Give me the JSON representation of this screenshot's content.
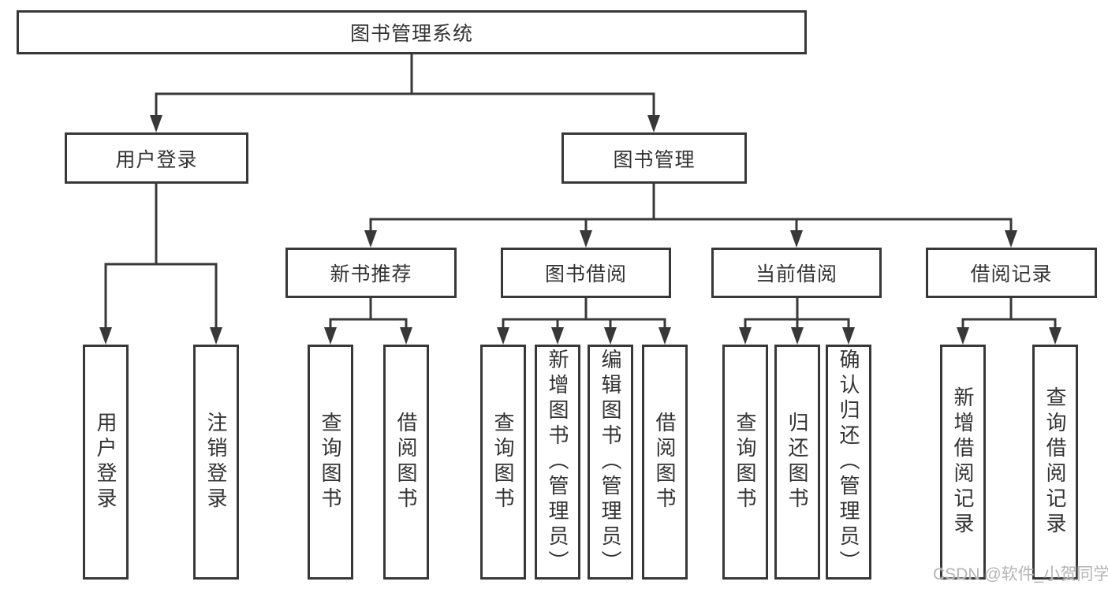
{
  "diagram": {
    "type": "hierarchy-tree",
    "root": {
      "label": "图书管理系统"
    },
    "level2": [
      {
        "label": "用户登录"
      },
      {
        "label": "图书管理"
      }
    ],
    "level3": [
      {
        "label": "新书推荐",
        "parent": "图书管理"
      },
      {
        "label": "图书借阅",
        "parent": "图书管理"
      },
      {
        "label": "当前借阅",
        "parent": "图书管理"
      },
      {
        "label": "借阅记录",
        "parent": "图书管理"
      }
    ],
    "level4": [
      {
        "label": "用户登录",
        "parent": "用户登录"
      },
      {
        "label": "注销登录",
        "parent": "用户登录"
      },
      {
        "label": "查询图书",
        "parent": "新书推荐"
      },
      {
        "label": "借阅图书",
        "parent": "新书推荐"
      },
      {
        "label": "查询图书",
        "parent": "图书借阅"
      },
      {
        "label": "新增图书（管理员）",
        "parent": "图书借阅"
      },
      {
        "label": "编辑图书（管理员）",
        "parent": "图书借阅"
      },
      {
        "label": "借阅图书",
        "parent": "图书借阅"
      },
      {
        "label": "查询图书",
        "parent": "当前借阅"
      },
      {
        "label": "归还图书",
        "parent": "当前借阅"
      },
      {
        "label": "确认归还（管理员）",
        "parent": "当前借阅"
      },
      {
        "label": "新增借阅记录",
        "parent": "借阅记录"
      },
      {
        "label": "查询借阅记录",
        "parent": "借阅记录"
      }
    ]
  },
  "watermark": {
    "text": "CSDN @软件_小贺同学"
  },
  "colors": {
    "line": "#383838",
    "box_border": "#383838",
    "box_fill": "#ffffff",
    "text": "#333333",
    "watermark_text": "#b5b5b5",
    "background": "#ffffff"
  }
}
